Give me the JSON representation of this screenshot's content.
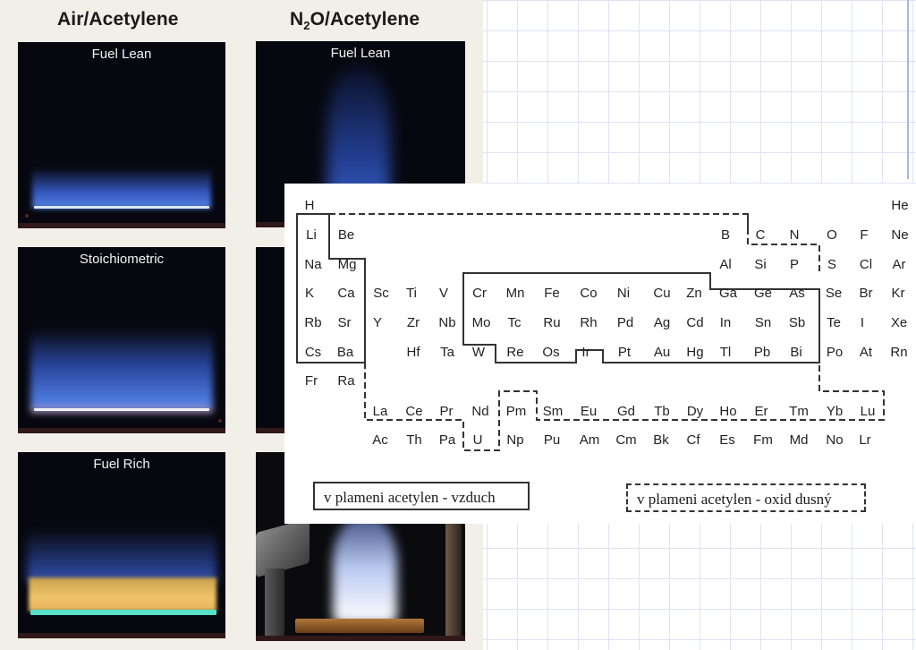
{
  "photos": {
    "col1_title": "Air/Acetylene",
    "col2_title_prefix": "N",
    "col2_title_sub": "2",
    "col2_title_suffix": "O/Acetylene",
    "captions": {
      "fuel_lean_air": "Fuel Lean",
      "stoichiometric_air": "Stoichiometric",
      "fuel_rich_air": "Fuel Rich",
      "fuel_lean_n2o": "Fuel Lean"
    }
  },
  "periodic_table": {
    "rows": [
      [
        "H",
        "He"
      ],
      [
        "Li",
        "Be",
        "B",
        "C",
        "N",
        "O",
        "F",
        "Ne"
      ],
      [
        "Na",
        "Mg",
        "Al",
        "Si",
        "P",
        "S",
        "Cl",
        "Ar"
      ],
      [
        "K",
        "Ca",
        "Sc",
        "Ti",
        "V",
        "Cr",
        "Mn",
        "Fe",
        "Co",
        "Ni",
        "Cu",
        "Zn",
        "Ga",
        "Ge",
        "As",
        "Se",
        "Br",
        "Kr"
      ],
      [
        "Rb",
        "Sr",
        "Y",
        "Zr",
        "Nb",
        "Mo",
        "Tc",
        "Ru",
        "Rh",
        "Pd",
        "Ag",
        "Cd",
        "In",
        "Sn",
        "Sb",
        "Te",
        "I",
        "Xe"
      ],
      [
        "Cs",
        "Ba",
        "Hf",
        "Ta",
        "W",
        "Re",
        "Os",
        "Ir",
        "Pt",
        "Au",
        "Hg",
        "Tl",
        "Pb",
        "Bi",
        "Po",
        "At",
        "Rn"
      ],
      [
        "Fr",
        "Ra"
      ],
      [
        "La",
        "Ce",
        "Pr",
        "Nd",
        "Pm",
        "Sm",
        "Eu",
        "Gd",
        "Tb",
        "Dy",
        "Ho",
        "Er",
        "Tm",
        "Yb",
        "Lu"
      ],
      [
        "Ac",
        "Th",
        "Pa",
        "U",
        "Np",
        "Pu",
        "Am",
        "Cm",
        "Bk",
        "Cf",
        "Es",
        "Fm",
        "Md",
        "No",
        "Lr"
      ]
    ],
    "legend_air": "v plameni acetylen - vzduch",
    "legend_n2o": "v plameni acetylen - oxid dusný"
  },
  "colors": {
    "flame_blue": "#3f6fd8",
    "flame_yellow": "#e8b85a",
    "burner_cyan": "#56e0c8",
    "grid_line": "#dde3f4"
  }
}
